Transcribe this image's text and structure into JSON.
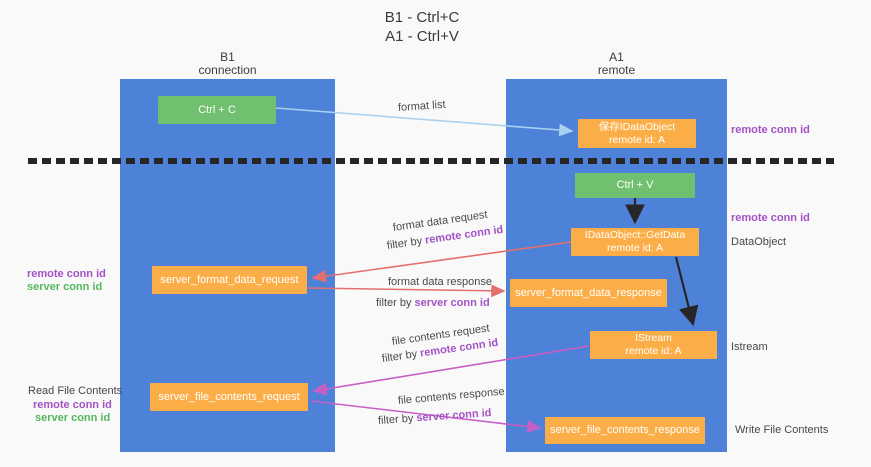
{
  "title": {
    "line1": "B1 - Ctrl+C",
    "line2": "A1 - Ctrl+V"
  },
  "lanes": {
    "left": {
      "name": "B1",
      "role": "connection"
    },
    "right": {
      "name": "A1",
      "role": "remote"
    }
  },
  "boxes": {
    "ctrl_c": {
      "label": "Ctrl + C"
    },
    "ctrl_v": {
      "label": "Ctrl + V"
    },
    "save_dataobject": {
      "line1": "保存IDataObject",
      "line2": "remote id: A"
    },
    "getdata": {
      "line1": "IDataObject::GetData",
      "line2": "remote id: A"
    },
    "istream": {
      "line1": "IStream",
      "line2": "remote id: A"
    },
    "server_format_data_request": {
      "label": "server_format_data_request"
    },
    "server_format_data_response": {
      "label": "server_format_data_response"
    },
    "server_file_contents_request": {
      "label": "server_file_contents_request"
    },
    "server_file_contents_response": {
      "label": "server_file_contents_response"
    }
  },
  "arrow_labels": {
    "format_list": "format list",
    "format_data_request": "format data request",
    "format_data_response": "format data response",
    "file_contents_request": "file contents request",
    "file_contents_response": "file contents response",
    "filter_by": "filter by",
    "remote_conn_id": "remote conn id",
    "server_conn_id": "server conn id"
  },
  "side_labels": {
    "remote_conn_id": "remote conn id",
    "server_conn_id": "server conn id",
    "dataobject": "DataObject",
    "istream": "Istream",
    "read_file_contents": "Read File Contents",
    "write_file_contents": "Write File Contents"
  },
  "colors": {
    "lane_blue": "#4e82d8",
    "box_orange": "#fbae47",
    "box_green": "#71c06f",
    "arrow_light_blue": "#a8d2f0",
    "arrow_red": "#e56f6f",
    "arrow_magenta": "#c85fc6",
    "arrow_black": "#262626",
    "text_purple": "#a352c5",
    "text_green": "#55b85d"
  }
}
